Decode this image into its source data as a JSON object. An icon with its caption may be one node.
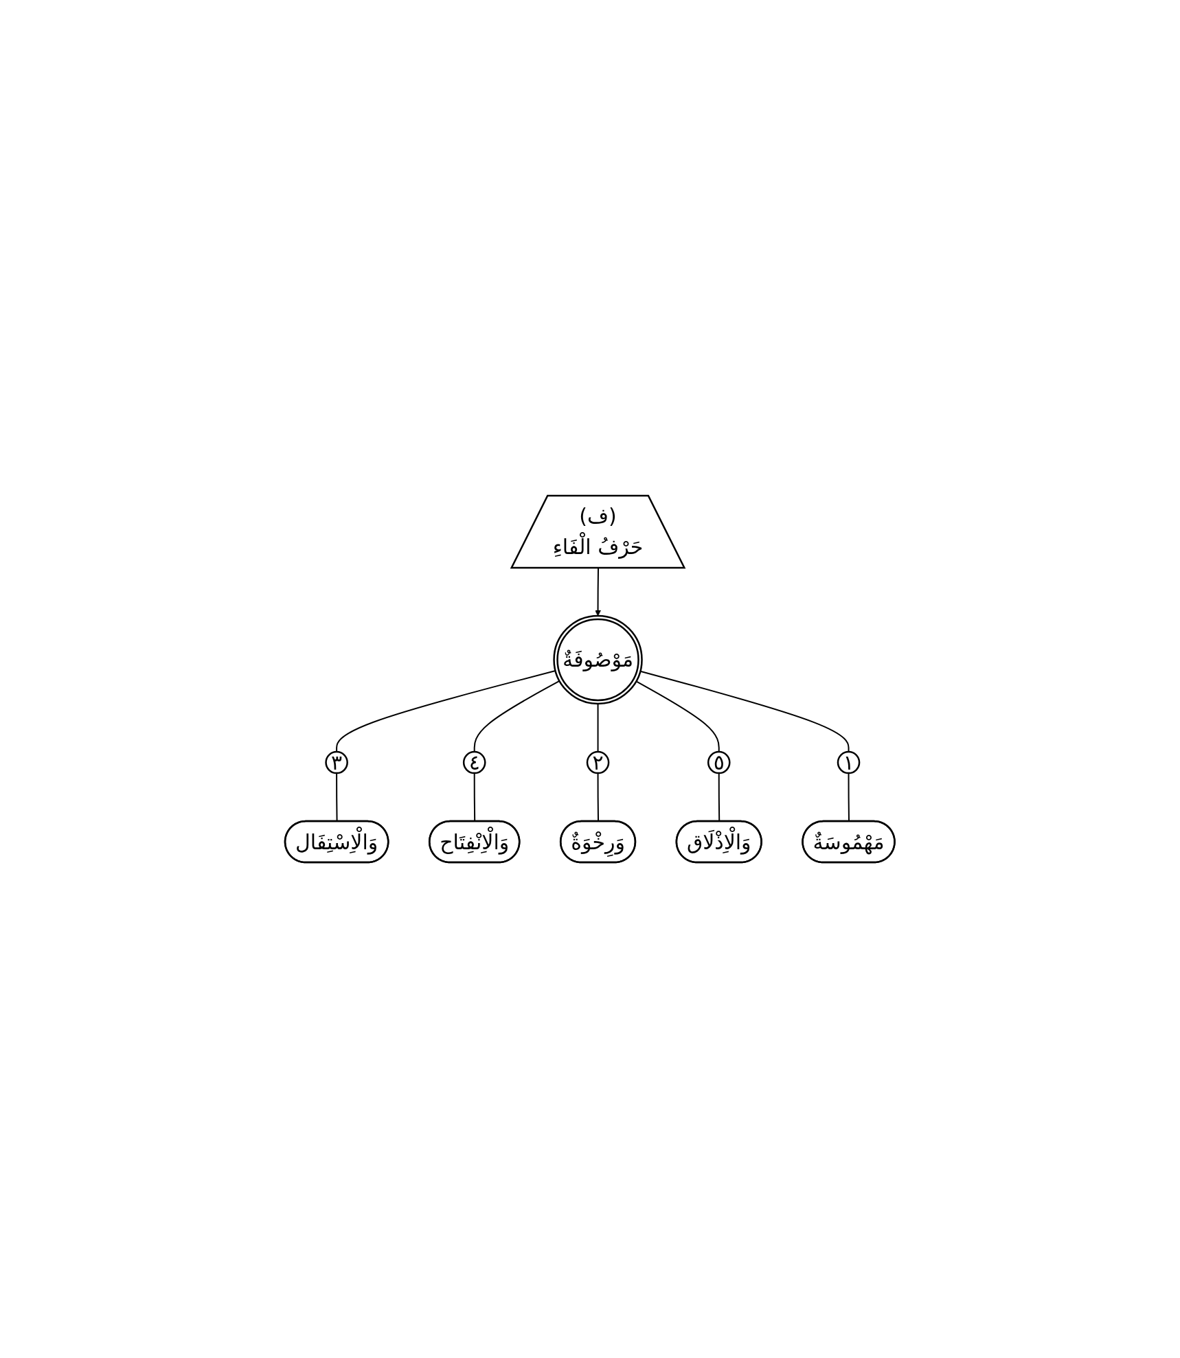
{
  "diagram": {
    "nodes": [
      {
        "text": [
          "وَالْاِسْتِفَال"
        ]
      },
      {
        "text": [
          "٣"
        ]
      },
      {
        "text": [
          "وَالْاِنْفِتَاح"
        ]
      },
      {
        "text": [
          "٤"
        ]
      },
      {
        "text": [
          "٢"
        ]
      },
      {
        "text": [
          "وَرِخْوَةٌ"
        ]
      },
      {
        "text": [
          "مَوْصُوفَةٌ"
        ]
      },
      {
        "text": [
          "٥"
        ]
      },
      {
        "text": [
          "١"
        ]
      },
      {
        "text": [
          "وَالْاِذْلَاق"
        ]
      },
      {
        "text": [
          "مَهْمُوسَةٌ"
        ]
      },
      {
        "text": [
          "(ف)",
          "حَرْفُ الْفَاءِ"
        ]
      }
    ],
    "edges": [
      {
        "from": 1,
        "to": 0,
        "arrow": "none"
      },
      {
        "from": 6,
        "to": 1,
        "arrow": "none"
      },
      {
        "from": 3,
        "to": 2,
        "arrow": "none"
      },
      {
        "from": 6,
        "to": 3,
        "arrow": "none"
      },
      {
        "from": 4,
        "to": 5,
        "arrow": "none"
      },
      {
        "from": 6,
        "to": 4,
        "arrow": "none"
      },
      {
        "from": 7,
        "to": 9,
        "arrow": "none"
      },
      {
        "from": 6,
        "to": 7,
        "arrow": "none"
      },
      {
        "from": 8,
        "to": 10,
        "arrow": "none"
      },
      {
        "from": 6,
        "to": 8,
        "arrow": "none"
      },
      {
        "from": 11,
        "to": 6,
        "arrow": "to"
      }
    ]
  }
}
